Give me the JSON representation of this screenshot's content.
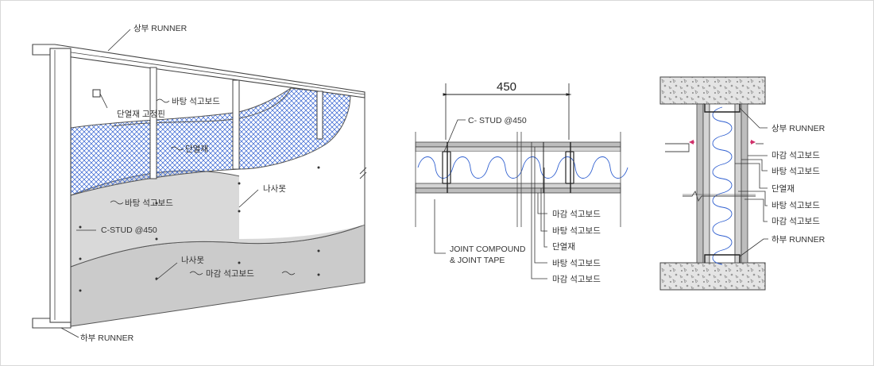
{
  "colors": {
    "board": "#cfcfcf",
    "board_dark": "#b5b5b5",
    "insulation": "#2f5fd0",
    "stroke": "#444444",
    "arrow": "#d0306a",
    "label": "#333333"
  },
  "left_view": {
    "top_runner": "상부 RUNNER",
    "bottom_runner": "하부 RUNNER",
    "base_board": "바탕 석고보드",
    "insulation_pin": "단열재 고정핀",
    "insulation": "단열재",
    "base_board_2": "바탕 석고보드",
    "screw": "나사못",
    "stud": "C-STUD @450",
    "screw_2": "나사못",
    "finish_board": "마감 석고보드"
  },
  "plan_view": {
    "dimension": "450",
    "stud": "C- STUD @450",
    "joint_line1": "JOINT COMPOUND",
    "joint_line2": "& JOINT TAPE",
    "layers": [
      "마감 석고보드",
      "바탕 석고보드",
      "단열재",
      "바탕 석고보드",
      "마감 석고보드"
    ]
  },
  "section_view": {
    "top_runner": "상부 RUNNER",
    "layers": [
      "마감 석고보드",
      "바탕 석고보드",
      "단열재",
      "바탕 석고보드",
      "마감 석고보드"
    ],
    "bottom_runner": "하부 RUNNER"
  }
}
